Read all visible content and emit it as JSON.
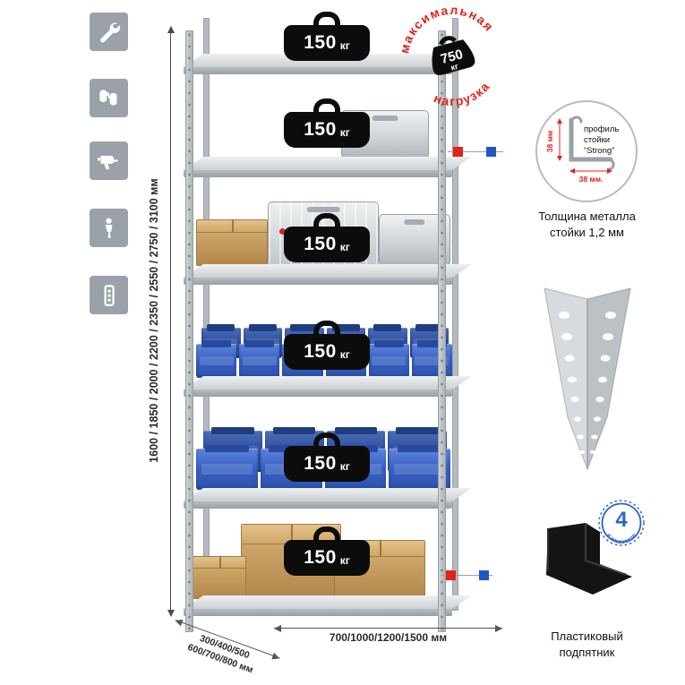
{
  "colors": {
    "accent_red": "#e2231a",
    "accent_blue": "#1f58c4",
    "bin_blue": "#3a62c4",
    "icon_grey": "#9aa1a8",
    "cardboard": "#c49a5e"
  },
  "left_toolbar": {
    "icons": [
      {
        "name": "wrench-icon"
      },
      {
        "name": "gloves-icon"
      },
      {
        "name": "drill-icon"
      },
      {
        "name": "person-icon"
      },
      {
        "name": "perforated-post-icon"
      }
    ]
  },
  "dimensions": {
    "height": "1600 / 1850 / 2000 / 2200 / 2350 / 2550 / 2750 / 3100 мм",
    "depth_line1": "300/400/500",
    "depth_line2": "600/700/800 мм",
    "width": "700/1000/1200/1500 мм"
  },
  "rack": {
    "shelf_load_value": "150",
    "shelf_load_unit": "кг"
  },
  "max_load_stamp": {
    "arc_top": "максимальная",
    "arc_bottom": "нагрузка",
    "value": "750",
    "unit": "кг"
  },
  "profile_callout": {
    "label_line1": "профиль",
    "label_line2": "стойки",
    "label_line3": "“Strong”",
    "dim_vertical": "38 мм",
    "dim_horizontal": "38 мм.",
    "caption_line1": "Толщина металла",
    "caption_line2": "стойки 1,2 мм"
  },
  "foot_callout": {
    "badge_value": "4",
    "badge_text": "в комплекте",
    "caption_line1": "Пластиковый",
    "caption_line2": "подпятник"
  }
}
